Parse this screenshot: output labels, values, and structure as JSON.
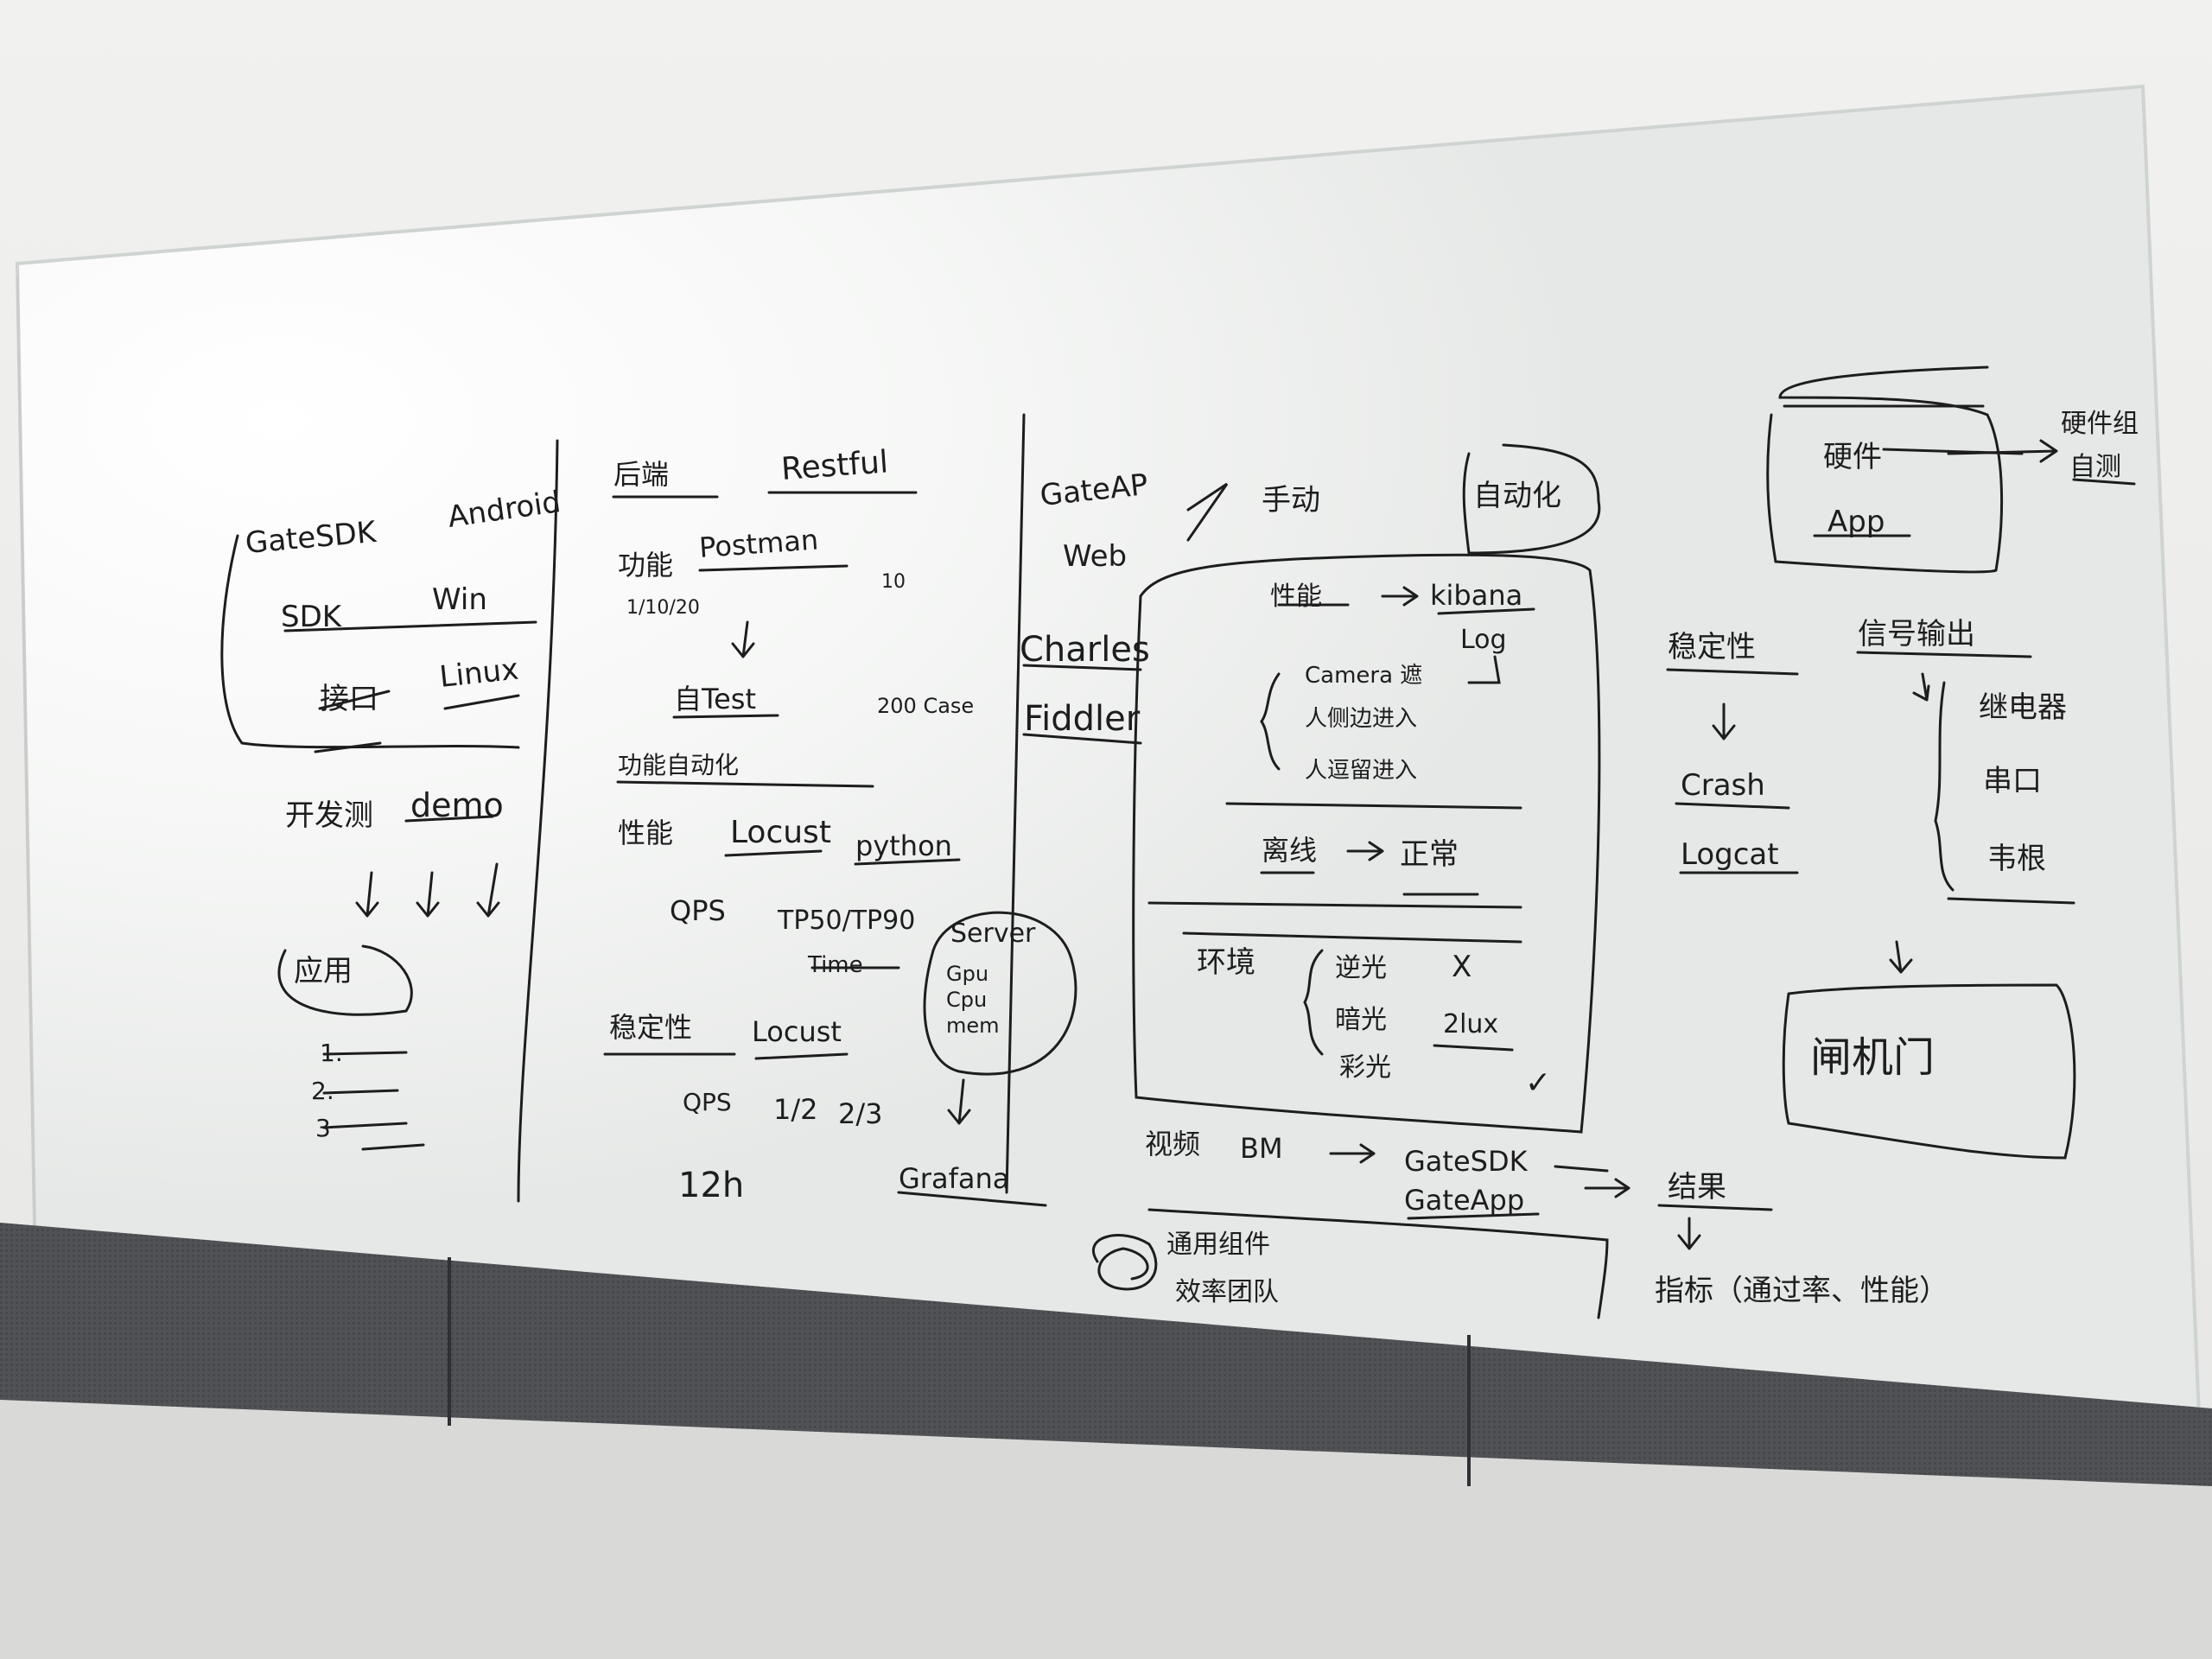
{
  "scene": {
    "colors": {
      "wall": "#ececea",
      "board": "#f7f8f7",
      "ink": "#1d1d1d",
      "rail": "#4a4c4f",
      "floor": "#d8d8d6"
    }
  },
  "col1": {
    "gatesdk": "GateSDK",
    "android": "Android",
    "sdk": "SDK",
    "win": "Win",
    "linux": "Linux",
    "jiekou": "接口",
    "kaifa": "开发测",
    "demo": "demo",
    "yingyong": "应用",
    "list1": "1.",
    "list2": "2.",
    "list3": "3"
  },
  "col2": {
    "houduan": "后端",
    "restful": "Restful",
    "gongneng": "功能",
    "postman": "Postman",
    "small_note": "1/10/20",
    "ten": "10",
    "zitest": "自Test",
    "case": "200 Case",
    "gnzdh": "功能自动化",
    "xingneng": "性能",
    "locust": "Locust",
    "python": "python",
    "qps": "QPS",
    "tp": "TP50/TP90",
    "time": "Time",
    "server": "Server",
    "gpu": "Gpu",
    "cpu": "Cpu",
    "mem": "mem",
    "wendingxing": "稳定性",
    "locust2": "Locust",
    "qps2": "QPS",
    "half": "1/2",
    "two_thirds": "2/3",
    "hours": "12h",
    "grafana": "Grafana"
  },
  "col3": {
    "gateap": "GateAP",
    "web": "Web",
    "shoudong": "手动",
    "zidonghua": "自动化",
    "charles": "Charles",
    "fiddler": "Fiddler",
    "xingneng": "性能",
    "kibana": "kibana",
    "log": "Log",
    "camera": "Camera 遮",
    "rence": "人侧边进入",
    "rendi": "人逗留进入",
    "lixian": "离线",
    "zhengchang": "正常",
    "huanjing": "环境",
    "niguang": "逆光",
    "x_mark": "X",
    "anguang": "暗光",
    "lux": "2lux",
    "caiguang": "彩光",
    "check": "✓",
    "shipin": "视频",
    "bm": "BM",
    "gatesdk": "GateSDK",
    "gateapp": "GateApp",
    "jieguo": "结果",
    "tongyong1": "通用组件",
    "tongyong2": "效率团队",
    "zhibiao": "指标（通过率、性能）"
  },
  "col4": {
    "yingjian": "硬件",
    "app": "App",
    "yjz1": "硬件组",
    "yjz2": "自测",
    "wendingxing": "稳定性",
    "crash": "Crash",
    "logcat": "Logcat",
    "xinhao": "信号输出",
    "jidianqi": "继电器",
    "chuankou": "串口",
    "qita": "韦根",
    "zhaji": "闸机门"
  }
}
